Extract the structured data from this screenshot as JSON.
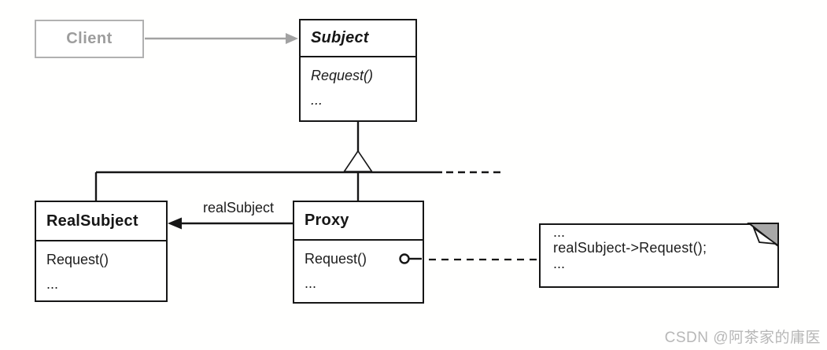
{
  "diagram": {
    "client": {
      "label": "Client"
    },
    "subject": {
      "title": "Subject",
      "methods": [
        "Request()",
        "..."
      ]
    },
    "real_subject": {
      "title": "RealSubject",
      "methods": [
        "Request()",
        "..."
      ]
    },
    "proxy": {
      "title": "Proxy",
      "methods": [
        "Request()",
        "..."
      ]
    },
    "association_label": "realSubject",
    "note": {
      "lines": [
        "...",
        "realSubject-&gt;Request();",
        "..."
      ],
      "line1": "...",
      "line2": "realSubject->Request();",
      "line3": "..."
    },
    "watermark": "CSDN @阿茶家的庸医",
    "colors": {
      "line": "#161616",
      "gray_line": "#a2a2a2",
      "gray_text": "#9d9d9d",
      "note_fold": "#a8a8a8",
      "watermark": "#b7b7b7"
    }
  }
}
